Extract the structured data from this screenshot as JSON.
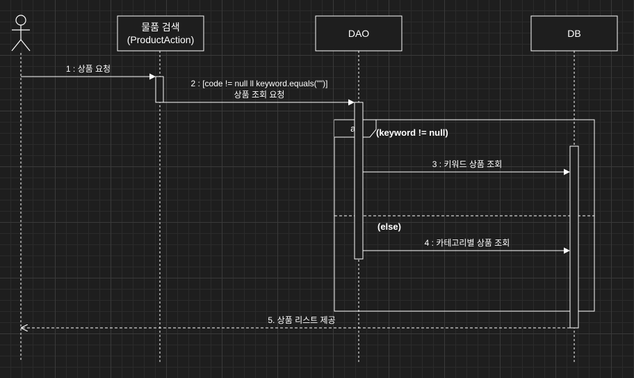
{
  "participants": {
    "actor": {
      "kind": "actor"
    },
    "product_search": {
      "line1": "물품 검색",
      "line2": "(ProductAction)"
    },
    "dao": {
      "label": "DAO"
    },
    "db": {
      "label": "DB"
    }
  },
  "messages": {
    "m1": "1 : 상품 요청",
    "m2_line1": "2 : [code != null ll keyword.equals(\"\")]",
    "m2_line2": "상품 조회 요청",
    "m3": "3 : 키워드 상품 조회",
    "m4": "4 : 카테고리별 상품 조회",
    "m5": "5. 상품 리스트 제공"
  },
  "fragment": {
    "operator": "alt",
    "guard1": "(keyword != null)",
    "guard2": "(else)"
  },
  "colors": {
    "background": "#1e1e1e",
    "stroke": "#ffffff"
  }
}
